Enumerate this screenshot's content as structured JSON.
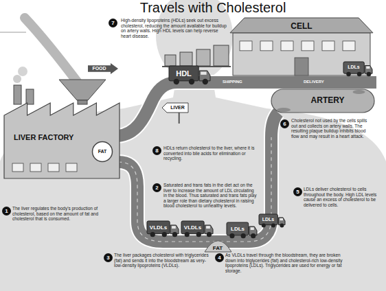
{
  "diagram": {
    "title": "Travels with Cholesterol",
    "nodes": [
      {
        "text": [
          "7"
        ]
      },
      {
        "text": [
          "CELL"
        ]
      },
      {
        "text": [
          "HDL"
        ]
      },
      {
        "text": [
          "LDLs"
        ]
      },
      {
        "text": [
          "ARTERY"
        ]
      },
      {
        "text": [
          "FOOD"
        ]
      },
      {
        "text": [
          "LIVER"
        ]
      },
      {
        "text": [
          "6"
        ]
      },
      {
        "text": [
          "LIVER FACTORY"
        ]
      },
      {
        "text": [
          "FAT"
        ],
        "in": 8
      },
      {
        "text": [
          "8"
        ]
      },
      {
        "text": [
          "2"
        ]
      },
      {
        "text": [
          "5"
        ]
      },
      {
        "text": [
          "LDLs"
        ]
      },
      {
        "text": [
          "1"
        ]
      },
      {
        "text": [
          "VLDLs"
        ]
      },
      {
        "text": [
          "VLDLs"
        ]
      },
      {
        "text": [
          "FAT"
        ]
      },
      {
        "text": [
          "LDLs"
        ]
      },
      {
        "text": [
          "3"
        ]
      },
      {
        "text": [
          "4"
        ]
      }
    ],
    "labels": [
      "SHIPPING",
      "DELIVERY",
      "High-density lipoproteins (HDLs) seek out excess cholesterol, reducing the amount available for buildup on artery walls. High HDL levels can help reverse heart disease.",
      "HDLs return cholesterol to the liver, where it is converted into bile acids for elimination or recycling.",
      "Saturated and trans fats in the diet act on the liver to increase the amount of LDL circulating in the blood. Thus saturated and trans fats play a larger role than dietary cholesterol in raising blood cholesterol to unhealthy levels.",
      "Cholesterol not used by the cells spills out and collects on artery walls. The resulting plaque buildup inhibits blood flow and may result in a heart attack.",
      "LDLs deliver cholesterol to cells throughout the body. High LDL levels cause an excess of cholesterol to be delivered to cells.",
      "The liver regulates the body's production of cholesterol, based on the amount of fat and cholesterol that is consumed.",
      "The liver packages cholesterol with triglycerides (fat) and sends it into the bloodstream as very-low-density lipoproteins (VLDLs).",
      "As VLDLs travel through the bloodstream, they are broken down into triglycerides (fat) and cholesterol-rich low-density lipoproteins (LDLs). Triglycerides are used for energy or fat storage."
    ]
  }
}
